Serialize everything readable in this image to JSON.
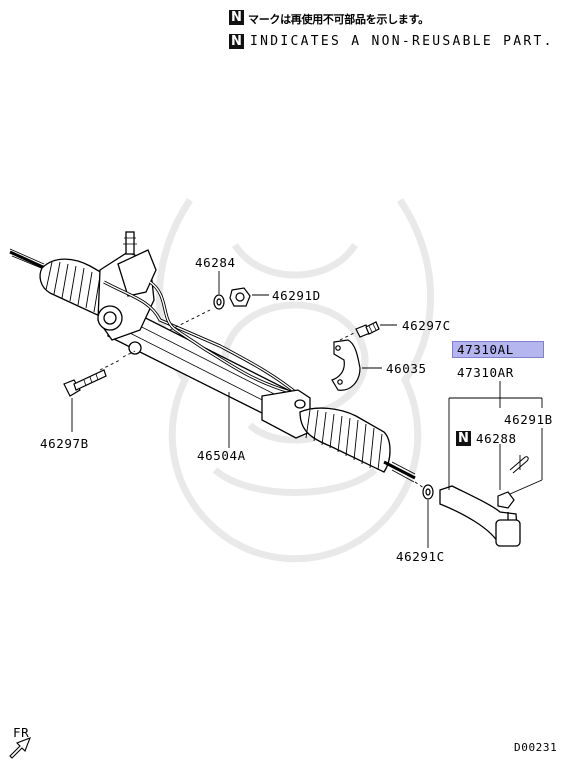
{
  "notice": {
    "badge": "N",
    "japanese": "マークは再使用不可部品を示します。",
    "english": "INDICATES A NON-REUSABLE PART."
  },
  "parts": {
    "p46284": "46284",
    "p46291D": "46291D",
    "p46297C": "46297C",
    "p46035": "46035",
    "p47310AL": "47310AL",
    "p47310AR": "47310AR",
    "p46291B": "46291B",
    "p46288": "46288",
    "p46297B": "46297B",
    "p46504A": "46504A",
    "p46291C": "46291C"
  },
  "highlight": {
    "part": "47310AL",
    "color": "#b5b5f0"
  },
  "fr_label": "FR",
  "diagram_code": "D00231"
}
